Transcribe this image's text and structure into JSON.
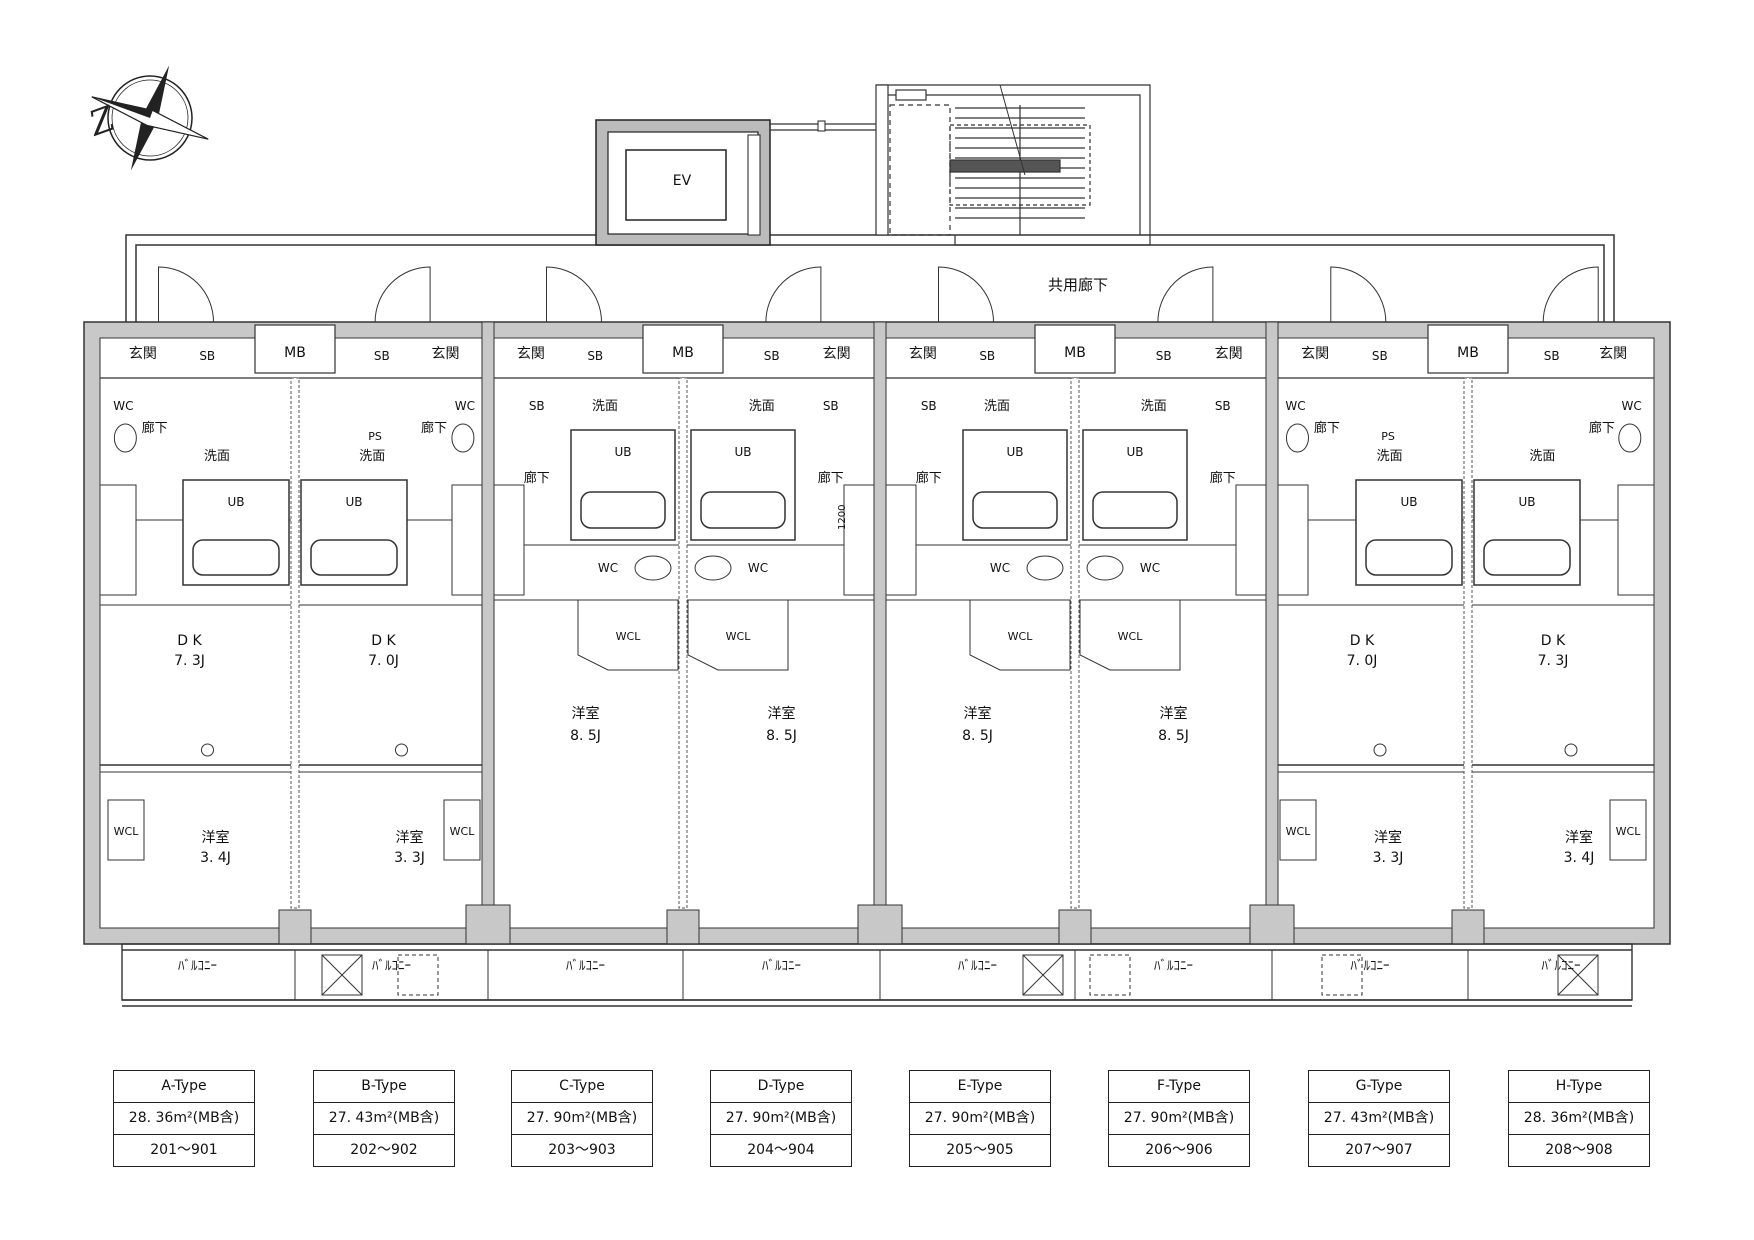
{
  "common": {
    "corridor": "共用廊下",
    "ev": "EV"
  },
  "units": [
    {
      "type": "A-Type",
      "area": "28. 36m²(MB含)",
      "rooms": "201〜901",
      "mirror": false,
      "style": "DK",
      "dk": "7. 3J",
      "yoshitsu": "3. 4J",
      "balcony": "ﾊﾞﾙｺﾆｰ"
    },
    {
      "type": "B-Type",
      "area": "27. 43m²(MB含)",
      "rooms": "202〜902",
      "mirror": true,
      "style": "DK",
      "dk": "7. 0J",
      "yoshitsu": "3. 3J",
      "balcony": "ﾊﾞﾙｺﾆｰ"
    },
    {
      "type": "C-Type",
      "area": "27. 90m²(MB含)",
      "rooms": "203〜903",
      "mirror": false,
      "style": "Y",
      "yoshitsu": "8. 5J",
      "balcony": "ﾊﾞﾙｺﾆｰ"
    },
    {
      "type": "D-Type",
      "area": "27. 90m²(MB含)",
      "rooms": "204〜904",
      "mirror": true,
      "style": "Y",
      "yoshitsu": "8. 5J",
      "balcony": "ﾊﾞﾙｺﾆｰ"
    },
    {
      "type": "E-Type",
      "area": "27. 90m²(MB含)",
      "rooms": "205〜905",
      "mirror": false,
      "style": "Y",
      "yoshitsu": "8. 5J",
      "balcony": "ﾊﾞﾙｺﾆｰ"
    },
    {
      "type": "F-Type",
      "area": "27. 90m²(MB含)",
      "rooms": "206〜906",
      "mirror": true,
      "style": "Y",
      "yoshitsu": "8. 5J",
      "balcony": "ﾊﾞﾙｺﾆｰ"
    },
    {
      "type": "G-Type",
      "area": "27. 43m²(MB含)",
      "rooms": "207〜907",
      "mirror": false,
      "style": "DK",
      "dk": "7. 0J",
      "yoshitsu": "3. 3J",
      "balcony": "ﾊﾞﾙｺﾆｰ"
    },
    {
      "type": "H-Type",
      "area": "28. 36m²(MB含)",
      "rooms": "208〜908",
      "mirror": true,
      "style": "DK",
      "dk": "7. 3J",
      "yoshitsu": "3. 4J",
      "balcony": "ﾊﾞﾙｺﾆｰ"
    }
  ],
  "labels": {
    "genkan": "玄関",
    "sb": "SB",
    "mb": "MB",
    "wc": "WC",
    "rouka": "廊下",
    "senmen": "洗面",
    "ub": "UB",
    "wcl": "WCL",
    "dk": "D K",
    "yoshitsu": "洋室",
    "ps": "PS"
  },
  "dims": {
    "d1200": "1200"
  }
}
